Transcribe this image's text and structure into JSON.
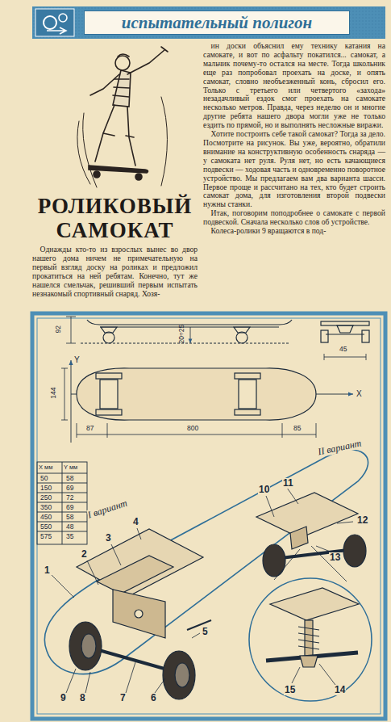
{
  "diagram": {
    "title": "РОЛИКОВЫЙ САМОКАТ",
    "nodes": [
      {
        "text": [
          "испытательный полигон"
        ]
      }
    ],
    "labels": [
      "Однажды кто-то из взрослых вынес во двор нашего дома ничем не примечательную на первый взгляд доску на роликах и предложил прокатиться на ней ребятам. Конечно, тут же нашелся смельчак, решивший первым испытать незнакомый спортивный снаряд. Хозя-",
      "ин доски объяснил ему технику катания на самокате, и вот по асфальту покатился... самокат, а мальчик почему-то остался на месте. Тогда школьник еще раз попробовал проехать на доске, и опять самокат, словно необъезженный конь, сбросил его. Только с третьего или четвертого «захода» незадачливый ездок смог проехать на самокате несколько метров. Правда, через неделю он и многие другие ребята нашего двора могли уже не только ездить по прямой, но и выполнять несложные виражи.",
      "Хотите построить себе такой самокат? Тогда за дело. Посмотрите на рисунок. Вы уже, вероятно, обратили внимание на конструктивную особенность снаряда — у самоката нет руля. Руля нет, но есть качающиеся подвески — ходовая часть и одновременно поворотное устройство. Мы предлагаем вам два варианта шасси. Первое проще и рассчитано на тех, кто будет строить самокат дома, для изготовления второй подвески нужны станки.",
      "Итак, поговорим поподробнее о самокате с первой подвеской. Сначала несколько слов об устройстве.",
      "Колеса-ролики 9 вращаются в под-",
      "92",
      "20÷25",
      "45",
      "Y",
      "X",
      "144",
      "87",
      "800",
      "85",
      "II вариант",
      "X мм",
      "Y мм",
      "50",
      "58",
      "150",
      "69",
      "250",
      "72",
      "350",
      "69",
      "450",
      "58",
      "550",
      "48",
      "575",
      "35",
      "I вариант",
      "1",
      "2",
      "3",
      "4",
      "5",
      "6",
      "7",
      "8",
      "9",
      "10",
      "11",
      "12",
      "13",
      "14",
      "15"
    ]
  }
}
